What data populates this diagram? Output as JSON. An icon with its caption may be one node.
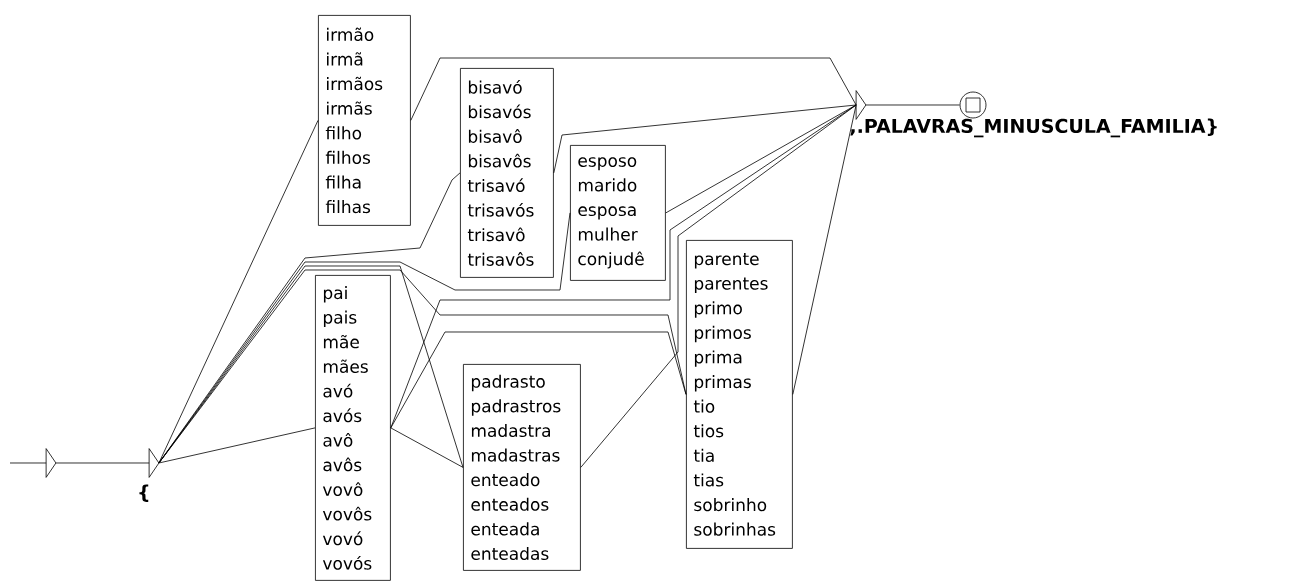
{
  "diagram": {
    "nodes": [
      {
        "text": [],
        "shape": "triangle"
      },
      {
        "text": [],
        "shape": "triangle",
        "beside": [
          "{"
        ]
      },
      {
        "text": [
          "irmão",
          "irmã",
          "irmãos",
          "irmãs",
          "filho",
          "filhos",
          "filha",
          "filhas"
        ]
      },
      {
        "text": [
          "bisavó",
          "bisavós",
          "bisavô",
          "bisavôs",
          "trisavó",
          "trisavós",
          "trisavô",
          "trisavôs"
        ]
      },
      {
        "text": [
          "esposo",
          "marido",
          "esposa",
          "mulher",
          "conjudê"
        ]
      },
      {
        "text": [
          "pai",
          "pais",
          "mãe",
          "mães",
          "avó",
          "avós",
          "avô",
          "avôs",
          "vovô",
          "vovôs",
          "vovó",
          "vovós"
        ]
      },
      {
        "text": [
          "padrasto",
          "padrastros",
          "madastra",
          "madastras",
          "enteado",
          "enteados",
          "enteada",
          "enteadas"
        ]
      },
      {
        "text": [
          "parente",
          "parentes",
          "primo",
          "primos",
          "prima",
          "primas",
          "tio",
          "tios",
          "tia",
          "tias",
          "sobrinho",
          "sobrinhas"
        ]
      },
      {
        "text": [],
        "shape": "triangle",
        "beside": [
          ",.PALAVRAS_MINUSCULA_FAMILIA}"
        ]
      },
      {
        "text": [],
        "shape": "circle"
      }
    ],
    "edges": [
      {
        "from": null,
        "to": 0,
        "arrow": "none"
      },
      {
        "from": 0,
        "to": 1,
        "arrow": "none"
      },
      {
        "from": 1,
        "to": 2,
        "arrow": "none"
      },
      {
        "from": 1,
        "to": 3,
        "arrow": "none"
      },
      {
        "from": 1,
        "to": 4,
        "arrow": "none"
      },
      {
        "from": 1,
        "to": 5,
        "arrow": "none"
      },
      {
        "from": 1,
        "to": 6,
        "arrow": "none"
      },
      {
        "from": 1,
        "to": 7,
        "arrow": "none"
      },
      {
        "from": 2,
        "to": 8,
        "arrow": "none"
      },
      {
        "from": 3,
        "to": 8,
        "arrow": "none"
      },
      {
        "from": 4,
        "to": 8,
        "arrow": "none"
      },
      {
        "from": 5,
        "to": 8,
        "arrow": "none"
      },
      {
        "from": 5,
        "to": 6,
        "arrow": "none"
      },
      {
        "from": 5,
        "to": 7,
        "arrow": "none"
      },
      {
        "from": 6,
        "to": 8,
        "arrow": "none"
      },
      {
        "from": 7,
        "to": 8,
        "arrow": "none"
      },
      {
        "from": 8,
        "to": 9,
        "arrow": "none"
      }
    ]
  }
}
